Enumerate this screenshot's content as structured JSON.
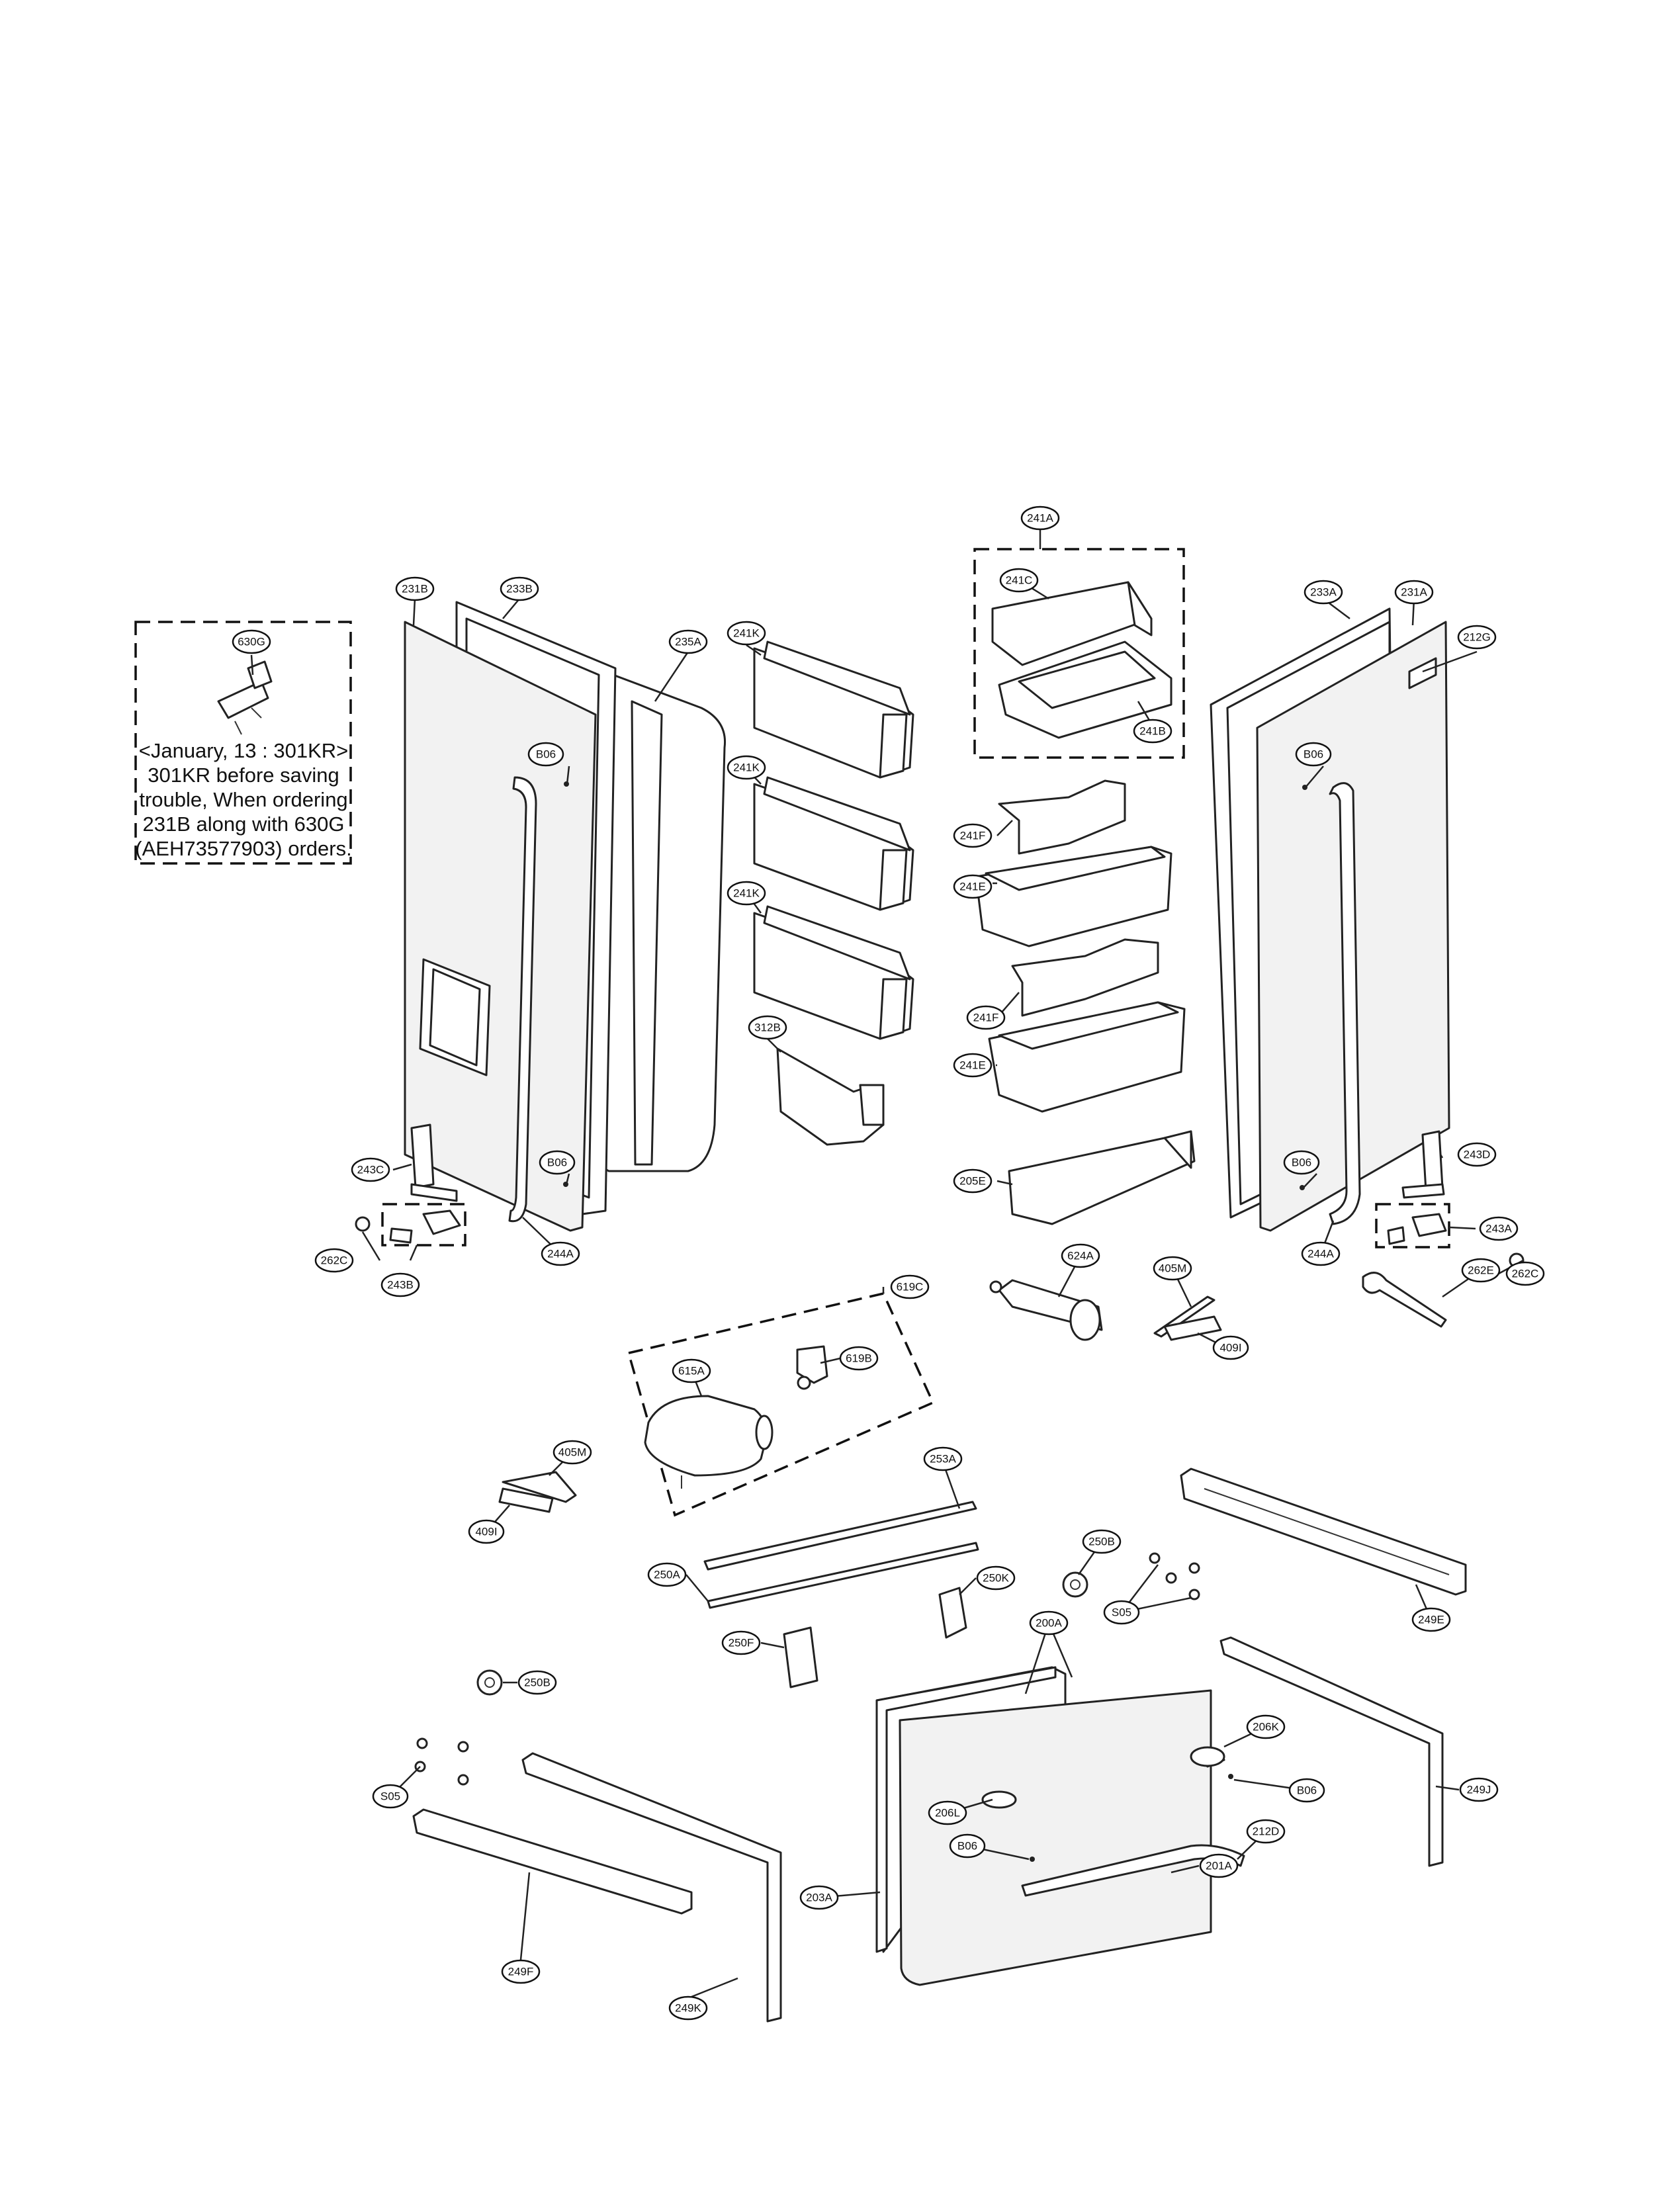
{
  "note": {
    "lines": [
      "<January, 13 : 301KR>",
      "301KR before saving",
      "trouble, When ordering",
      "231B along with 630G",
      "(AEH73577903) orders."
    ]
  },
  "labels": {
    "l630G": "630G",
    "l231B": "231B",
    "l233B": "233B",
    "l235A": "235A",
    "l241A": "241A",
    "l241C": "241C",
    "l241B": "241B",
    "l233A": "233A",
    "l231A": "231A",
    "l212G": "212G",
    "l241K_1": "241K",
    "l241K_2": "241K",
    "l241K_3": "241K",
    "l241F_1": "241F",
    "l241E_1": "241E",
    "l241F_2": "241F",
    "l241E_2": "241E",
    "l205E": "205E",
    "l312B": "312B",
    "lB06_1": "B06",
    "lB06_2": "B06",
    "lB06_3": "B06",
    "lB06_4": "B06",
    "l243C": "243C",
    "l262C_1": "262C",
    "l243B": "243B",
    "l244A_1": "244A",
    "l243D": "243D",
    "l243A": "243A",
    "l262C_2": "262C",
    "l262E": "262E",
    "l244A_2": "244A",
    "l619C": "619C",
    "l615A": "615A",
    "l619B": "619B",
    "l624A": "624A",
    "l405M_1": "405M",
    "l409I_1": "409I",
    "l405M_2": "405M",
    "l409I_2": "409I",
    "l253A": "253A",
    "l250A": "250A",
    "l250B_1": "250B",
    "l250K": "250K",
    "l250F": "250F",
    "lS05_1": "S05",
    "l249E": "249E",
    "l250B_2": "250B",
    "l200A": "200A",
    "l206K": "206K",
    "l249J": "249J",
    "lS05_2": "S05",
    "lB06_5": "B06",
    "l206L": "206L",
    "lB06_6": "B06",
    "l212D": "212D",
    "l201A": "201A",
    "l203A": "203A",
    "l249F": "249F",
    "l249K": "249K"
  }
}
